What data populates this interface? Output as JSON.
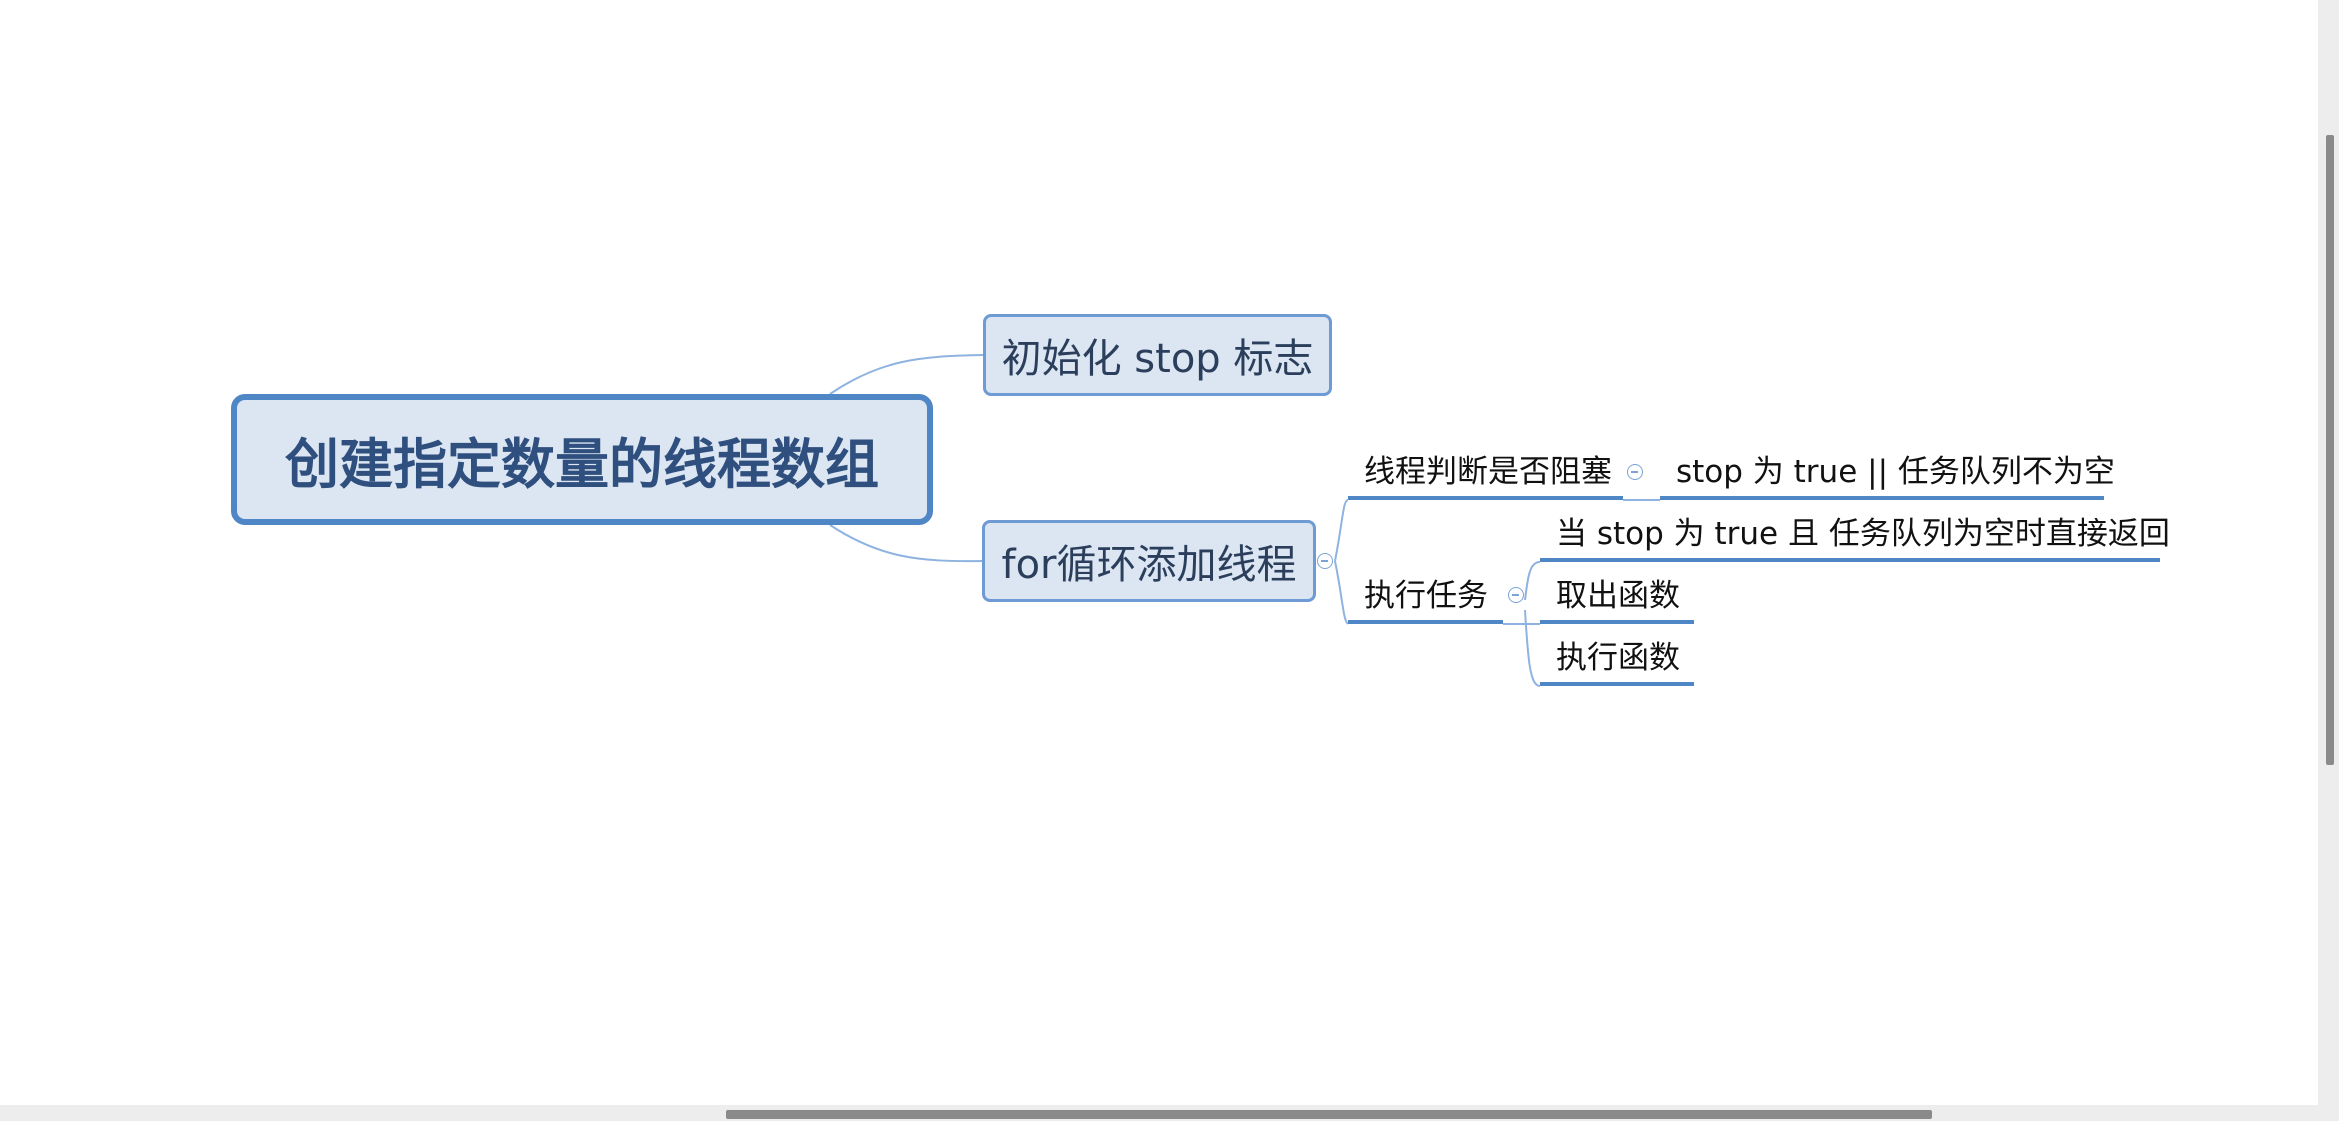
{
  "mindmap": {
    "central": {
      "label": "创建指定数量的线程数组"
    },
    "main_topics": [
      {
        "label": "初始化 stop 标志"
      },
      {
        "label": "for循环添加线程"
      }
    ],
    "subtopics": {
      "thread_check": {
        "label": "线程判断是否阻塞"
      },
      "execute_task": {
        "label": "执行任务"
      },
      "check_condition": {
        "label": "stop 为 true || 任务队列不为空"
      },
      "return_condition": {
        "label": "当 stop 为 true 且 任务队列为空时直接返回"
      },
      "fetch_function": {
        "label": "取出函数"
      },
      "run_function": {
        "label": "执行函数"
      }
    }
  },
  "colors": {
    "accent": "#4f86c6",
    "node_fill": "#dce6f2",
    "connector": "#8fb3e0"
  }
}
